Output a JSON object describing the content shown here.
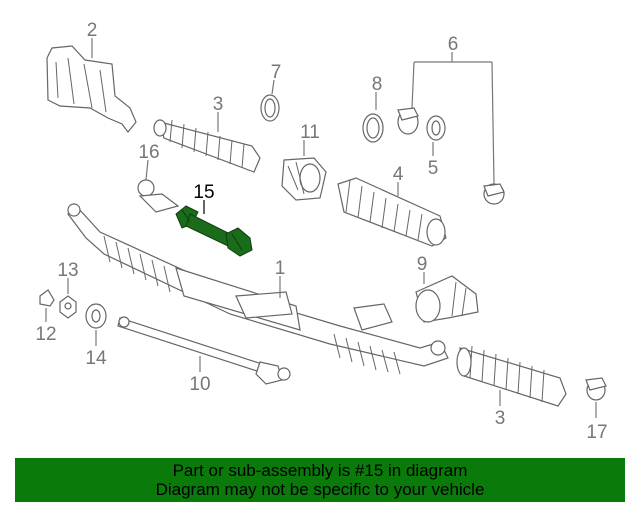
{
  "highlight_color": "#1a6b1a",
  "banner_color": "#0a7a0a",
  "callouts": [
    {
      "id": "2",
      "text": "2"
    },
    {
      "id": "3a",
      "text": "3"
    },
    {
      "id": "7",
      "text": "7"
    },
    {
      "id": "8",
      "text": "8"
    },
    {
      "id": "6",
      "text": "6"
    },
    {
      "id": "11",
      "text": "11"
    },
    {
      "id": "16",
      "text": "16"
    },
    {
      "id": "15",
      "text": "15"
    },
    {
      "id": "5",
      "text": "5"
    },
    {
      "id": "4",
      "text": "4"
    },
    {
      "id": "1",
      "text": "1"
    },
    {
      "id": "9",
      "text": "9"
    },
    {
      "id": "13",
      "text": "13"
    },
    {
      "id": "12",
      "text": "12"
    },
    {
      "id": "14",
      "text": "14"
    },
    {
      "id": "10",
      "text": "10"
    },
    {
      "id": "3b",
      "text": "3"
    },
    {
      "id": "17",
      "text": "17"
    }
  ],
  "banner": {
    "line1": "Part or sub-assembly is #15 in diagram",
    "line2": "Diagram may not be specific to your vehicle"
  }
}
